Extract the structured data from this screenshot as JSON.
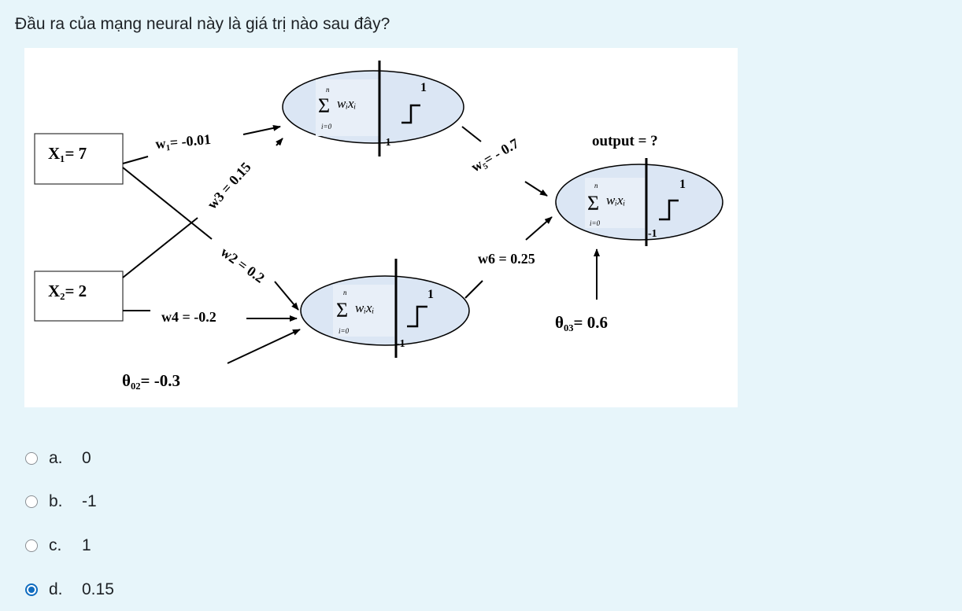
{
  "question": {
    "text": "Đầu ra của mạng neural này là giá trị nào sau đây?"
  },
  "diagram": {
    "inputs": [
      {
        "label": "X₁= 7"
      },
      {
        "label": "X₂= 2"
      }
    ],
    "weights": {
      "w1": "w₁= -0.01",
      "w2": "w2 = 0.2",
      "w3": "w3 = 0.15",
      "w4": "w4 = -0.2",
      "w5": "w₅= - 0.7",
      "w6": "w6 = 0.25"
    },
    "thresholds": {
      "theta02": "θ₀₂=  -0.3",
      "theta03": "θ₀₃=  0.6"
    },
    "output_label": "output = ?",
    "neuron": {
      "sum_top": "n",
      "sum_bottom": "i=0",
      "sum_term": "wᵢxᵢ",
      "step_high": "1",
      "step_low": "-1"
    }
  },
  "answers": [
    {
      "letter": "a.",
      "text": "0",
      "selected": false
    },
    {
      "letter": "b.",
      "text": "-1",
      "selected": false
    },
    {
      "letter": "c.",
      "text": "1",
      "selected": false
    },
    {
      "letter": "d.",
      "text": "0.15",
      "selected": true
    }
  ],
  "colors": {
    "background": "#e7f5fa",
    "neuron_fill": "#dbe6f4",
    "radio_selected": "#0f6cbf"
  }
}
